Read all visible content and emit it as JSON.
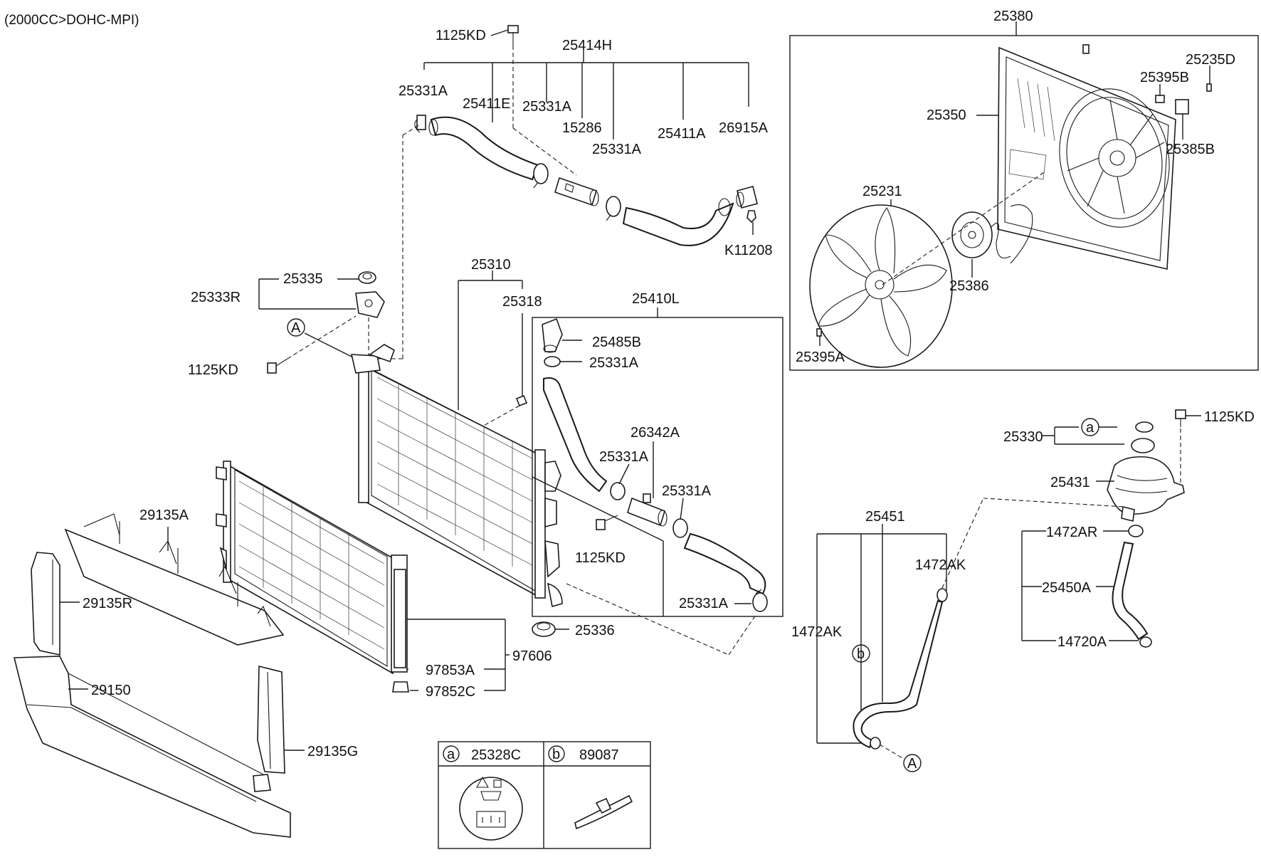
{
  "header": {
    "engine_label": "(2000CC>DOHC-MPI)"
  },
  "callouts": {
    "c_1125KD_top": "1125KD",
    "c_25414H": "25414H",
    "c_25331A_1": "25331A",
    "c_25411E": "25411E",
    "c_25331A_2": "25331A",
    "c_15286": "15286",
    "c_25331A_3": "25331A",
    "c_25411A": "25411A",
    "c_26915A": "26915A",
    "c_K11208": "K11208",
    "c_25380": "25380",
    "c_25235D": "25235D",
    "c_25395B": "25395B",
    "c_25350": "25350",
    "c_25385B": "25385B",
    "c_25231": "25231",
    "c_25386": "25386",
    "c_25395A": "25395A",
    "c_25335": "25335",
    "c_25333R": "25333R",
    "c_1125KD_left": "1125KD",
    "c_25310": "25310",
    "c_25318": "25318",
    "c_25410L": "25410L",
    "c_25485B": "25485B",
    "c_25331A_4": "25331A",
    "c_26342A": "26342A",
    "c_25331A_5": "25331A",
    "c_25331A_6": "25331A",
    "c_1125KD_mid": "1125KD",
    "c_25331A_7": "25331A",
    "c_25336": "25336",
    "c_97606": "97606",
    "c_97853A": "97853A",
    "c_97852C": "97852C",
    "c_29135A": "29135A",
    "c_29135R": "29135R",
    "c_29150": "29150",
    "c_29135G": "29135G",
    "c_1125KD_right": "1125KD",
    "c_25330": "25330",
    "c_25431": "25431",
    "c_25451": "25451",
    "c_1472AR": "1472AR",
    "c_1472AK_1": "1472AK",
    "c_25450A": "25450A",
    "c_1472AK_2": "1472AK",
    "c_14720A": "14720A"
  },
  "markers": {
    "A_top": "A",
    "A_bottom": "A",
    "a_reservoir": "a",
    "b_hose": "b"
  },
  "legend": {
    "a_letter": "a",
    "a_part": "25328C",
    "b_letter": "b",
    "b_part": "89087"
  }
}
